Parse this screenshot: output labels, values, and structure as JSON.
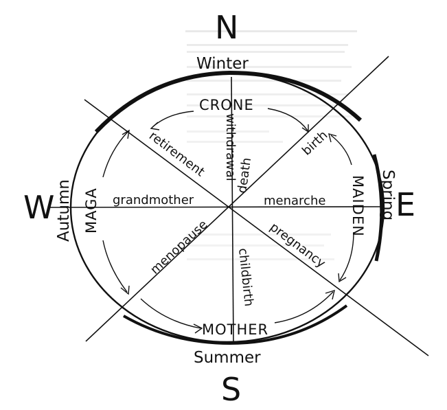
{
  "compass": {
    "north": "N",
    "east": "E",
    "south": "S",
    "west": "W"
  },
  "seasons": {
    "winter": "Winter",
    "spring": "Spring",
    "summer": "Summer",
    "autumn": "Autumn"
  },
  "stages": {
    "crone": "CRONE",
    "maiden": "MAIDEN",
    "mother": "MOTHER",
    "maga": "MAGA"
  },
  "events": {
    "birth": "birth",
    "withdrawal": "withdrawal",
    "death": "death",
    "retirement": "retirement",
    "grandmother": "grandmother",
    "menarche": "menarche",
    "menopause": "menopause",
    "childbirth": "childbirth",
    "pregnancy": "pregnancy"
  }
}
